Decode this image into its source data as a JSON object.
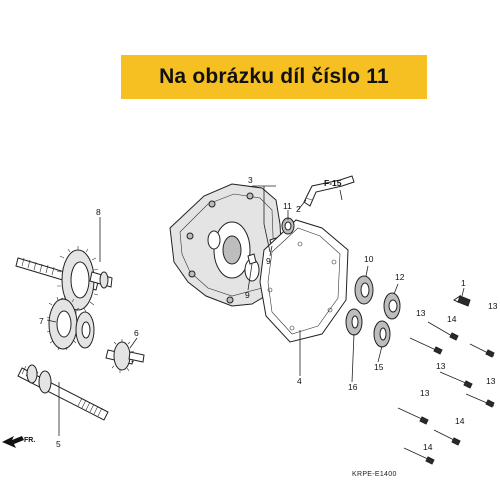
{
  "banner": {
    "text": "Na obrázku díl číslo 11",
    "color": "#f6bf22"
  },
  "diagram": {
    "ref_label": "F-15",
    "code": "KRPE-E1400",
    "direction": "FR.",
    "callouts": {
      "c1": "1",
      "c2": "2",
      "c3": "3",
      "c4": "4",
      "c5": "5",
      "c6": "6",
      "c7": "7",
      "c8": "8",
      "c9a": "9",
      "c9b": "9",
      "c10": "10",
      "c11": "11",
      "c12": "12",
      "c13a": "13",
      "c13b": "13",
      "c13c": "13",
      "c13d": "13",
      "c13e": "13",
      "c14a": "14",
      "c14b": "14",
      "c14c": "14",
      "c15": "15",
      "c16": "16"
    }
  }
}
